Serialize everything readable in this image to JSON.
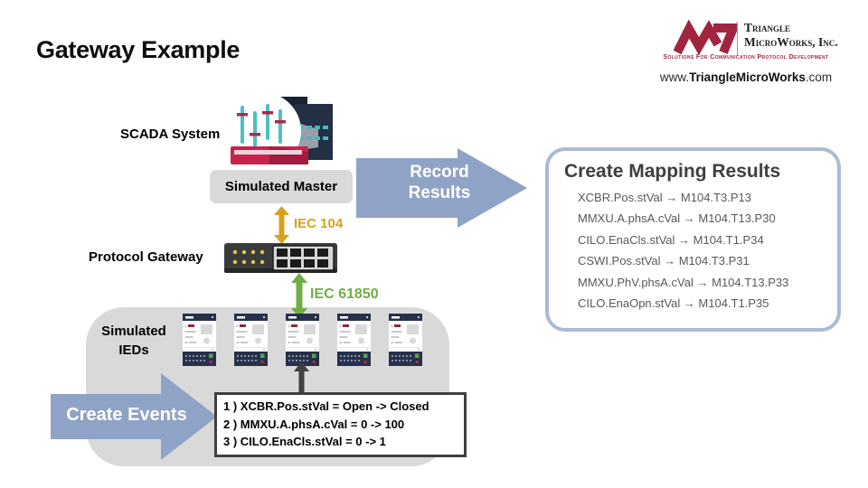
{
  "slide": {
    "title": "Gateway Example"
  },
  "logo": {
    "company_line1": "Triangle",
    "company_line2": "MicroWorks, Inc.",
    "tagline": "Solutions For Communication Protocol Development",
    "website_prefix": "www.",
    "website_name": "TriangleMicroWorks",
    "website_suffix": ".com"
  },
  "labels": {
    "scada": "SCADA System",
    "simulated_master": "Simulated Master",
    "record_results_line1": "Record",
    "record_results_line2": "Results",
    "iec104": "IEC 104",
    "protocol_gateway": "Protocol Gateway",
    "iec61850": "IEC 61850",
    "simulated_ieds_line1": "Simulated",
    "simulated_ieds_line2": "IEDs",
    "create_events": "Create Events"
  },
  "events_box": {
    "lines": [
      "1 ) XCBR.Pos.stVal = Open -> Closed",
      "2 ) MMXU.A.phsA.cVal = 0 -> 100",
      "3 ) CILO.EnaCls.stVal = 0 -> 1"
    ]
  },
  "mapping_panel": {
    "title": "Create Mapping Results",
    "rows": [
      "XCBR.Pos.stVal → M104.T3.P13",
      "MMXU.A.phsA.cVal → M104.T13.P30",
      "CILO.EnaCls.stVal → M104.T1.P34",
      "CSWI.Pos.stVal → M104.T3.P31",
      "MMXU.PhV.phsA.cVal → M104.T13.P33",
      "CILO.EnaOpn.stVal → M104.T1.P35"
    ]
  },
  "colors": {
    "brand_red": "#a12540",
    "arrow_blue": "#8fa3c6",
    "iec104_gold": "#d6a31d",
    "iec61850_green": "#70ad47",
    "panel_border_blue": "#a9bbd6",
    "box_gray": "#d9d9d9",
    "dark_gray": "#3f3f3f"
  }
}
